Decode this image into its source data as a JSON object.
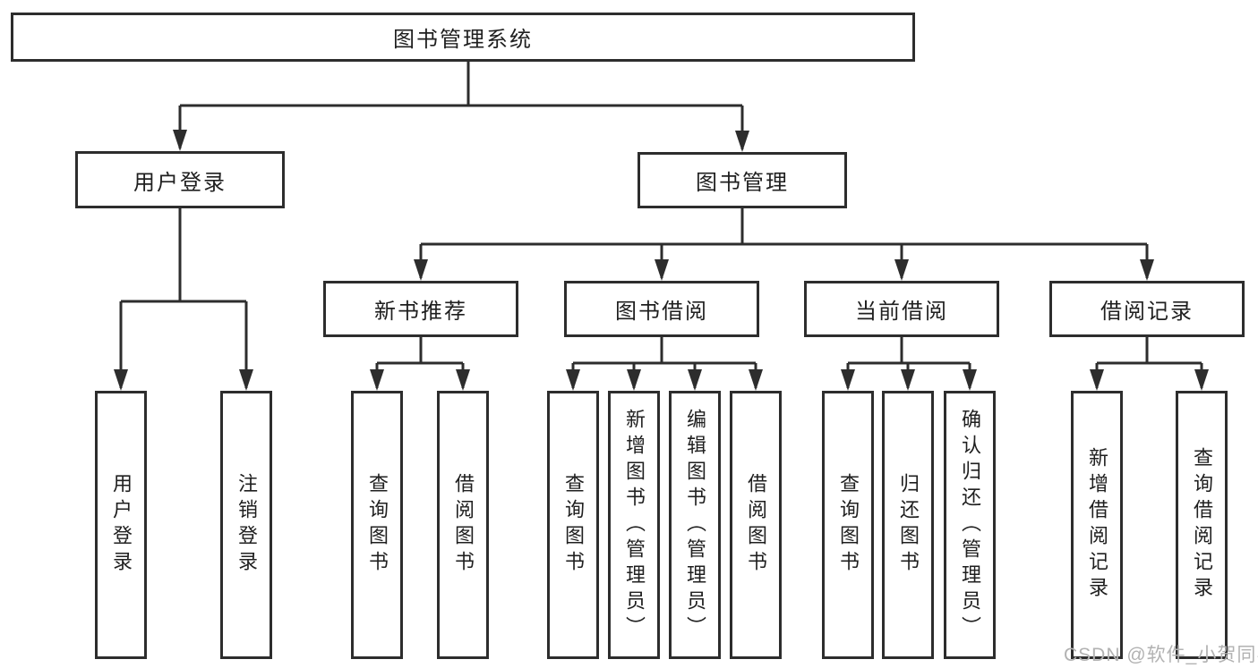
{
  "diagram": {
    "type": "hierarchy-tree",
    "title": "图书管理系统",
    "nodes": {
      "root": {
        "label": "图书管理系统"
      },
      "user_login": {
        "label": "用户登录"
      },
      "book_mgmt": {
        "label": "图书管理"
      },
      "user_login_v": {
        "label": "用户登录"
      },
      "logout_v": {
        "label": "注销登录"
      },
      "new_book_rec": {
        "label": "新书推荐"
      },
      "book_borrow": {
        "label": "图书借阅"
      },
      "current_borrow": {
        "label": "当前借阅"
      },
      "borrow_records": {
        "label": "借阅记录"
      },
      "nbr_query_books": {
        "label": "查询图书"
      },
      "nbr_borrow_books": {
        "label": "借阅图书"
      },
      "bb_query_books": {
        "label": "查询图书"
      },
      "bb_add_books": {
        "label": "新增图书（管理员）"
      },
      "bb_edit_books": {
        "label": "编辑图书（管理员）"
      },
      "bb_borrow_books": {
        "label": "借阅图书"
      },
      "cb_query_books": {
        "label": "查询图书"
      },
      "cb_return_books": {
        "label": "归还图书"
      },
      "cb_confirm_return": {
        "label": "确认归还（管理员）"
      },
      "br_add_record": {
        "label": "新增借阅记录"
      },
      "br_query_record": {
        "label": "查询借阅记录"
      }
    },
    "hierarchy": {
      "图书管理系统": {
        "用户登录": [
          "用户登录",
          "注销登录"
        ],
        "图书管理": {
          "新书推荐": [
            "查询图书",
            "借阅图书"
          ],
          "图书借阅": [
            "查询图书",
            "新增图书（管理员）",
            "编辑图书（管理员）",
            "借阅图书"
          ],
          "当前借阅": [
            "查询图书",
            "归还图书",
            "确认归还（管理员）"
          ],
          "借阅记录": [
            "新增借阅记录",
            "查询借阅记录"
          ]
        }
      }
    }
  },
  "watermark": {
    "text": "CSDN @软件_小贺同学"
  },
  "colors": {
    "line": "#2d2d2d",
    "border": "#2d2d2d",
    "text": "#1f1f1f",
    "watermark": "#b2b2b2",
    "background": "#ffffff"
  }
}
